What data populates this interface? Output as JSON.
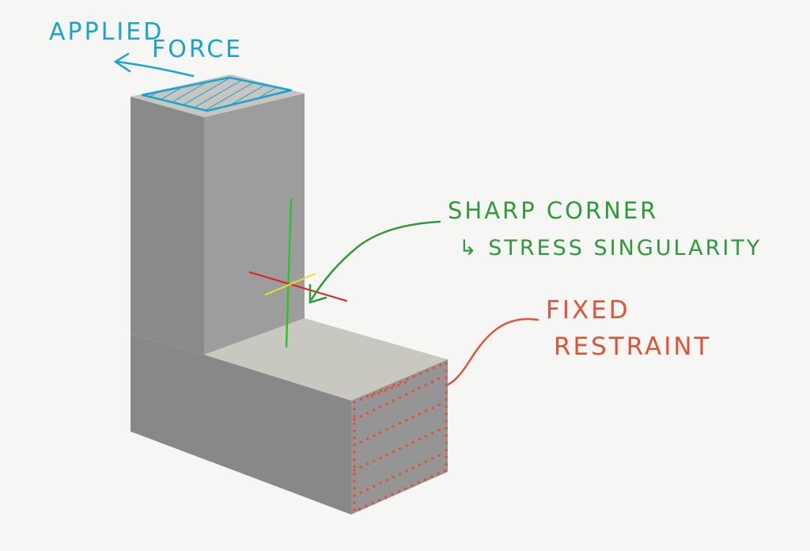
{
  "annotations": {
    "applied_force": {
      "line1": "APPLIED",
      "line2": "FORCE"
    },
    "sharp_corner": {
      "line1": "SHARP CORNER",
      "line2": "↳ STRESS SINGULARITY"
    },
    "fixed_restraint": {
      "line1": "FIXED",
      "line2": "RESTRAINT"
    }
  },
  "colors": {
    "force": "#1aa3cf",
    "corner": "#2e9a3a",
    "restraint": "#e0533a",
    "part_front": "#8b8b8b",
    "part_side": "#9e9e9e",
    "part_top": "#c9c8c1",
    "background": "#f6f6f4"
  }
}
